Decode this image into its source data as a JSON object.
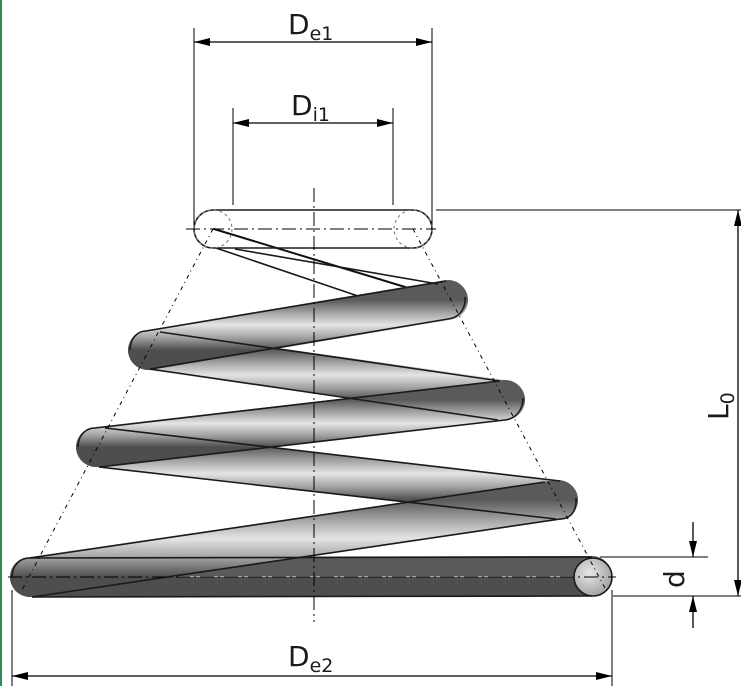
{
  "labels": {
    "de1_main": "D",
    "de1_sub": "e1",
    "di1_main": "D",
    "di1_sub": "i1",
    "l0_main": "L",
    "l0_sub": "0",
    "d": "d",
    "de2_main": "D",
    "de2_sub": "e2"
  },
  "colors": {
    "background": "#ffffff",
    "wire_dark": "#5a5a5a",
    "wire_mid": "#aaaaaa",
    "wire_light": "#e4e4e4",
    "line": "#000000",
    "frame_accent": "#2e8b57"
  }
}
